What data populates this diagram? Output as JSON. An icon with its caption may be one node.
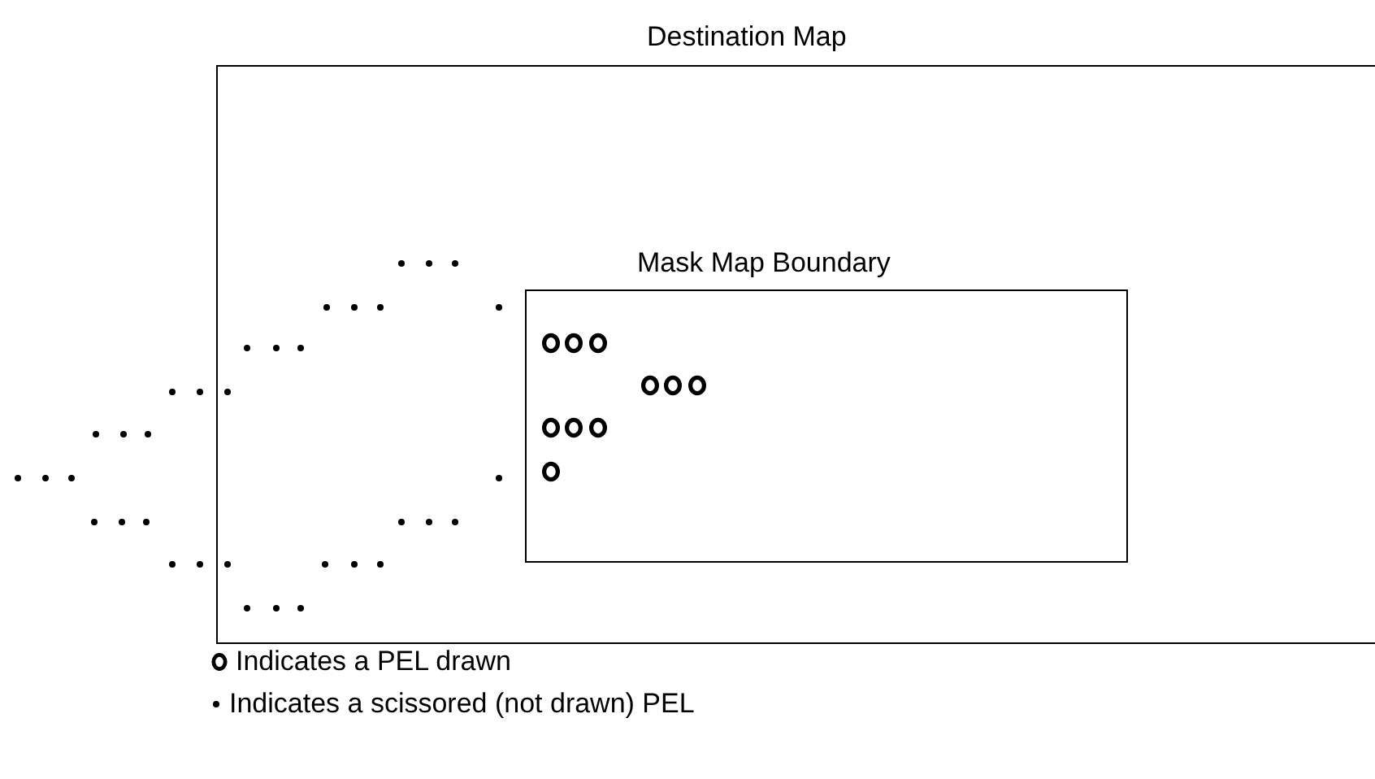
{
  "diagram": {
    "nodes": [
      {
        "text": [
          "Destination Map"
        ]
      },
      {
        "text": [
          "Mask Map Boundary"
        ],
        "in": 0
      }
    ],
    "edges": [],
    "legend": [
      {
        "text": "Indicates a PEL drawn"
      },
      {
        "text": "Indicates a scissored (not drawn) PEL"
      }
    ]
  }
}
